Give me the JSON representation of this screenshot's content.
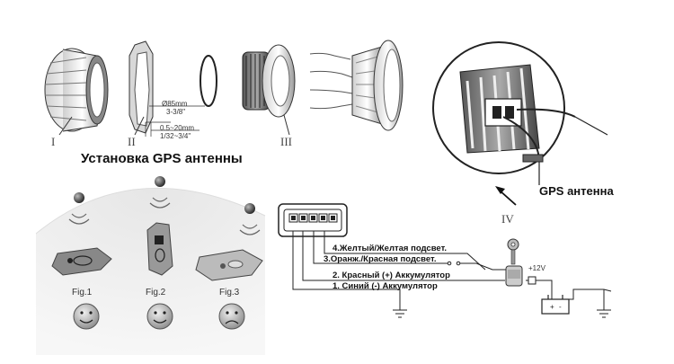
{
  "parts": {
    "part1": "I",
    "part2": "II",
    "part3": "III",
    "part4": "IV"
  },
  "dimensions": {
    "diameter": "Ø85mm",
    "diameter_inch": "3-3/8\"",
    "thickness": "0.5~20mm",
    "thickness_inch": "1/32~3/4\""
  },
  "gps": {
    "install_title": "Установка GPS антенны",
    "antenna_label": "GPS антенна"
  },
  "figures": {
    "fig1": "Fig.1",
    "fig2": "Fig.2",
    "fig3": "Fig.3"
  },
  "wiring": {
    "wire4": "4.Желтый/Желтая подсвет.",
    "wire3": "3.Оранж./Красная подсвет.",
    "wire2": "2. Красный (+) Аккумулятор",
    "wire1": "1. Синий (-) Аккумулятор",
    "voltage": "+12V"
  }
}
